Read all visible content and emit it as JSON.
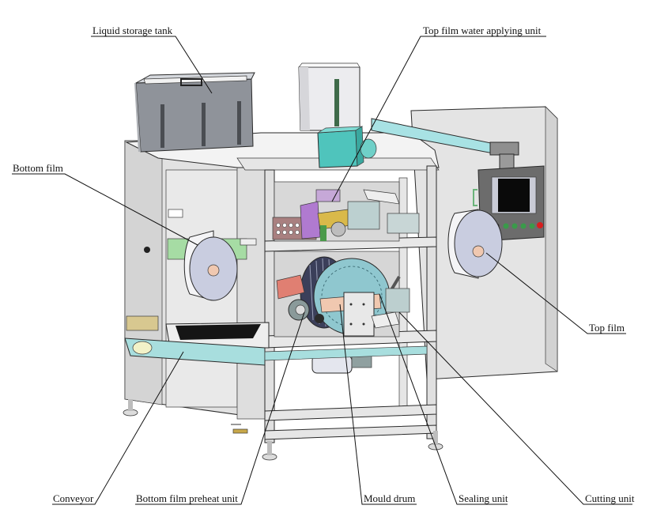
{
  "diagram": {
    "title": "Liquid packaging machine – component overview",
    "labels": {
      "liquid_storage_tank": "Liquid storage tank",
      "top_film_water_applying_unit": "Top film water applying unit",
      "bottom_film": "Bottom film",
      "top_film": "Top film",
      "conveyor": "Conveyor",
      "bottom_film_preheat_unit": "Bottom film preheat unit",
      "mould_drum": "Mould drum",
      "sealing_unit": "Sealing unit",
      "cutting_unit": "Cutting unit"
    },
    "colors": {
      "frame": "#d9d9d9",
      "panel": "#e6e6e6",
      "tank": "#8f939a",
      "accent_cyan": "#4fc4bc",
      "conveyor": "#a8dede",
      "film_roll": "#eceff6",
      "film_roll_face": "#c9cde0",
      "drum": "#8fc7cf",
      "screen": "#0a0a0a",
      "button_green": "#3a9a4a",
      "button_red": "#d81e1e"
    }
  }
}
